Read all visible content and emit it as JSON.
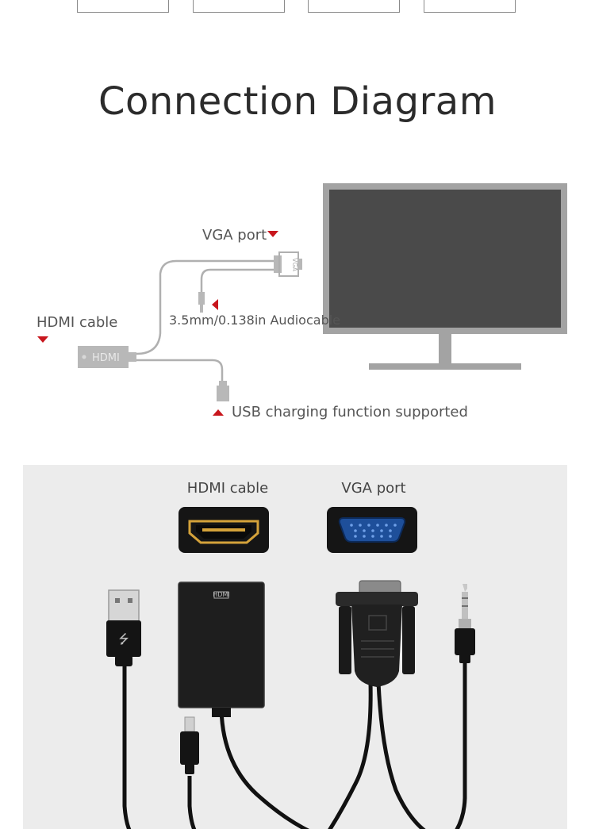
{
  "title": "Connection Diagram",
  "diagram": {
    "vga_port_label": "VGA port",
    "hdmi_cable_label": "HDMI cable",
    "audio_cable_label": "3.5mm/0.138in Audiocable",
    "usb_charging_label": "USB charging function supported",
    "hdmi_plug_text": "HDMI",
    "vga_plug_text": "VGA"
  },
  "photo": {
    "hdmi_cable_label": "HDMI cable",
    "vga_port_label": "VGA port",
    "hdmi_icon_text": "HDMI"
  },
  "colors": {
    "accent_red": "#c8161d",
    "monitor_frame": "#a3a3a3",
    "monitor_screen": "#4a4a4a",
    "panel_bg": "#ececec",
    "vga_blue": "#1e4f9a",
    "hdmi_gold": "#d4a23a"
  }
}
